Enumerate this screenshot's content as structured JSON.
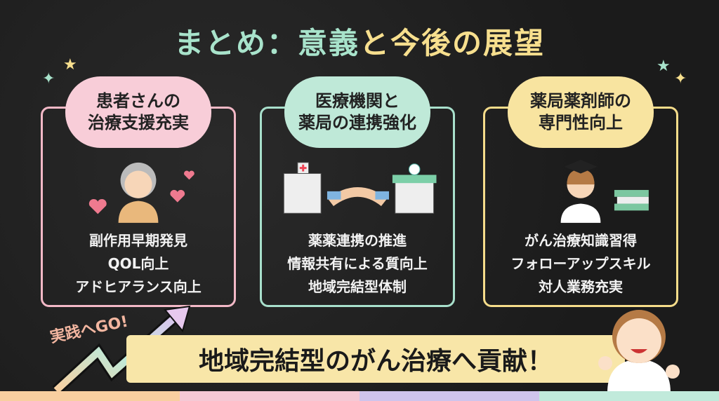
{
  "title": {
    "part1": "まとめ：意義",
    "part2": "と今後の展望"
  },
  "panels": [
    {
      "heading": [
        "患者さんの",
        "治療支援充実"
      ],
      "lines": [
        "副作用早期発見",
        "QOL向上",
        "アドヒアランス向上"
      ],
      "icon": "elderly-patient-hearts-icon",
      "color": "#f2b8c6"
    },
    {
      "heading": [
        "医療機関と",
        "薬局の連携強化"
      ],
      "lines": [
        "薬薬連携の推進",
        "情報共有による質向上",
        "地域完結型体制"
      ],
      "icon": "hospital-handshake-pharmacy-icon",
      "color": "#a8e0cc"
    },
    {
      "heading": [
        "薬局薬剤師の",
        "専門性向上"
      ],
      "lines": [
        "がん治療知識習得",
        "フォローアップスキル",
        "対人業務充実"
      ],
      "icon": "pharmacist-graduate-books-icon",
      "color": "#f5dc8a"
    }
  ],
  "arrow_label": "実践へGO!",
  "banner": "地域完結型のがん治療へ貢献！",
  "colors": {
    "bg": "#1f1f1f",
    "peach": "#f8cfa0",
    "pink": "#f5c9d5",
    "lavender": "#cfc4ec",
    "mint": "#c1eadb"
  }
}
